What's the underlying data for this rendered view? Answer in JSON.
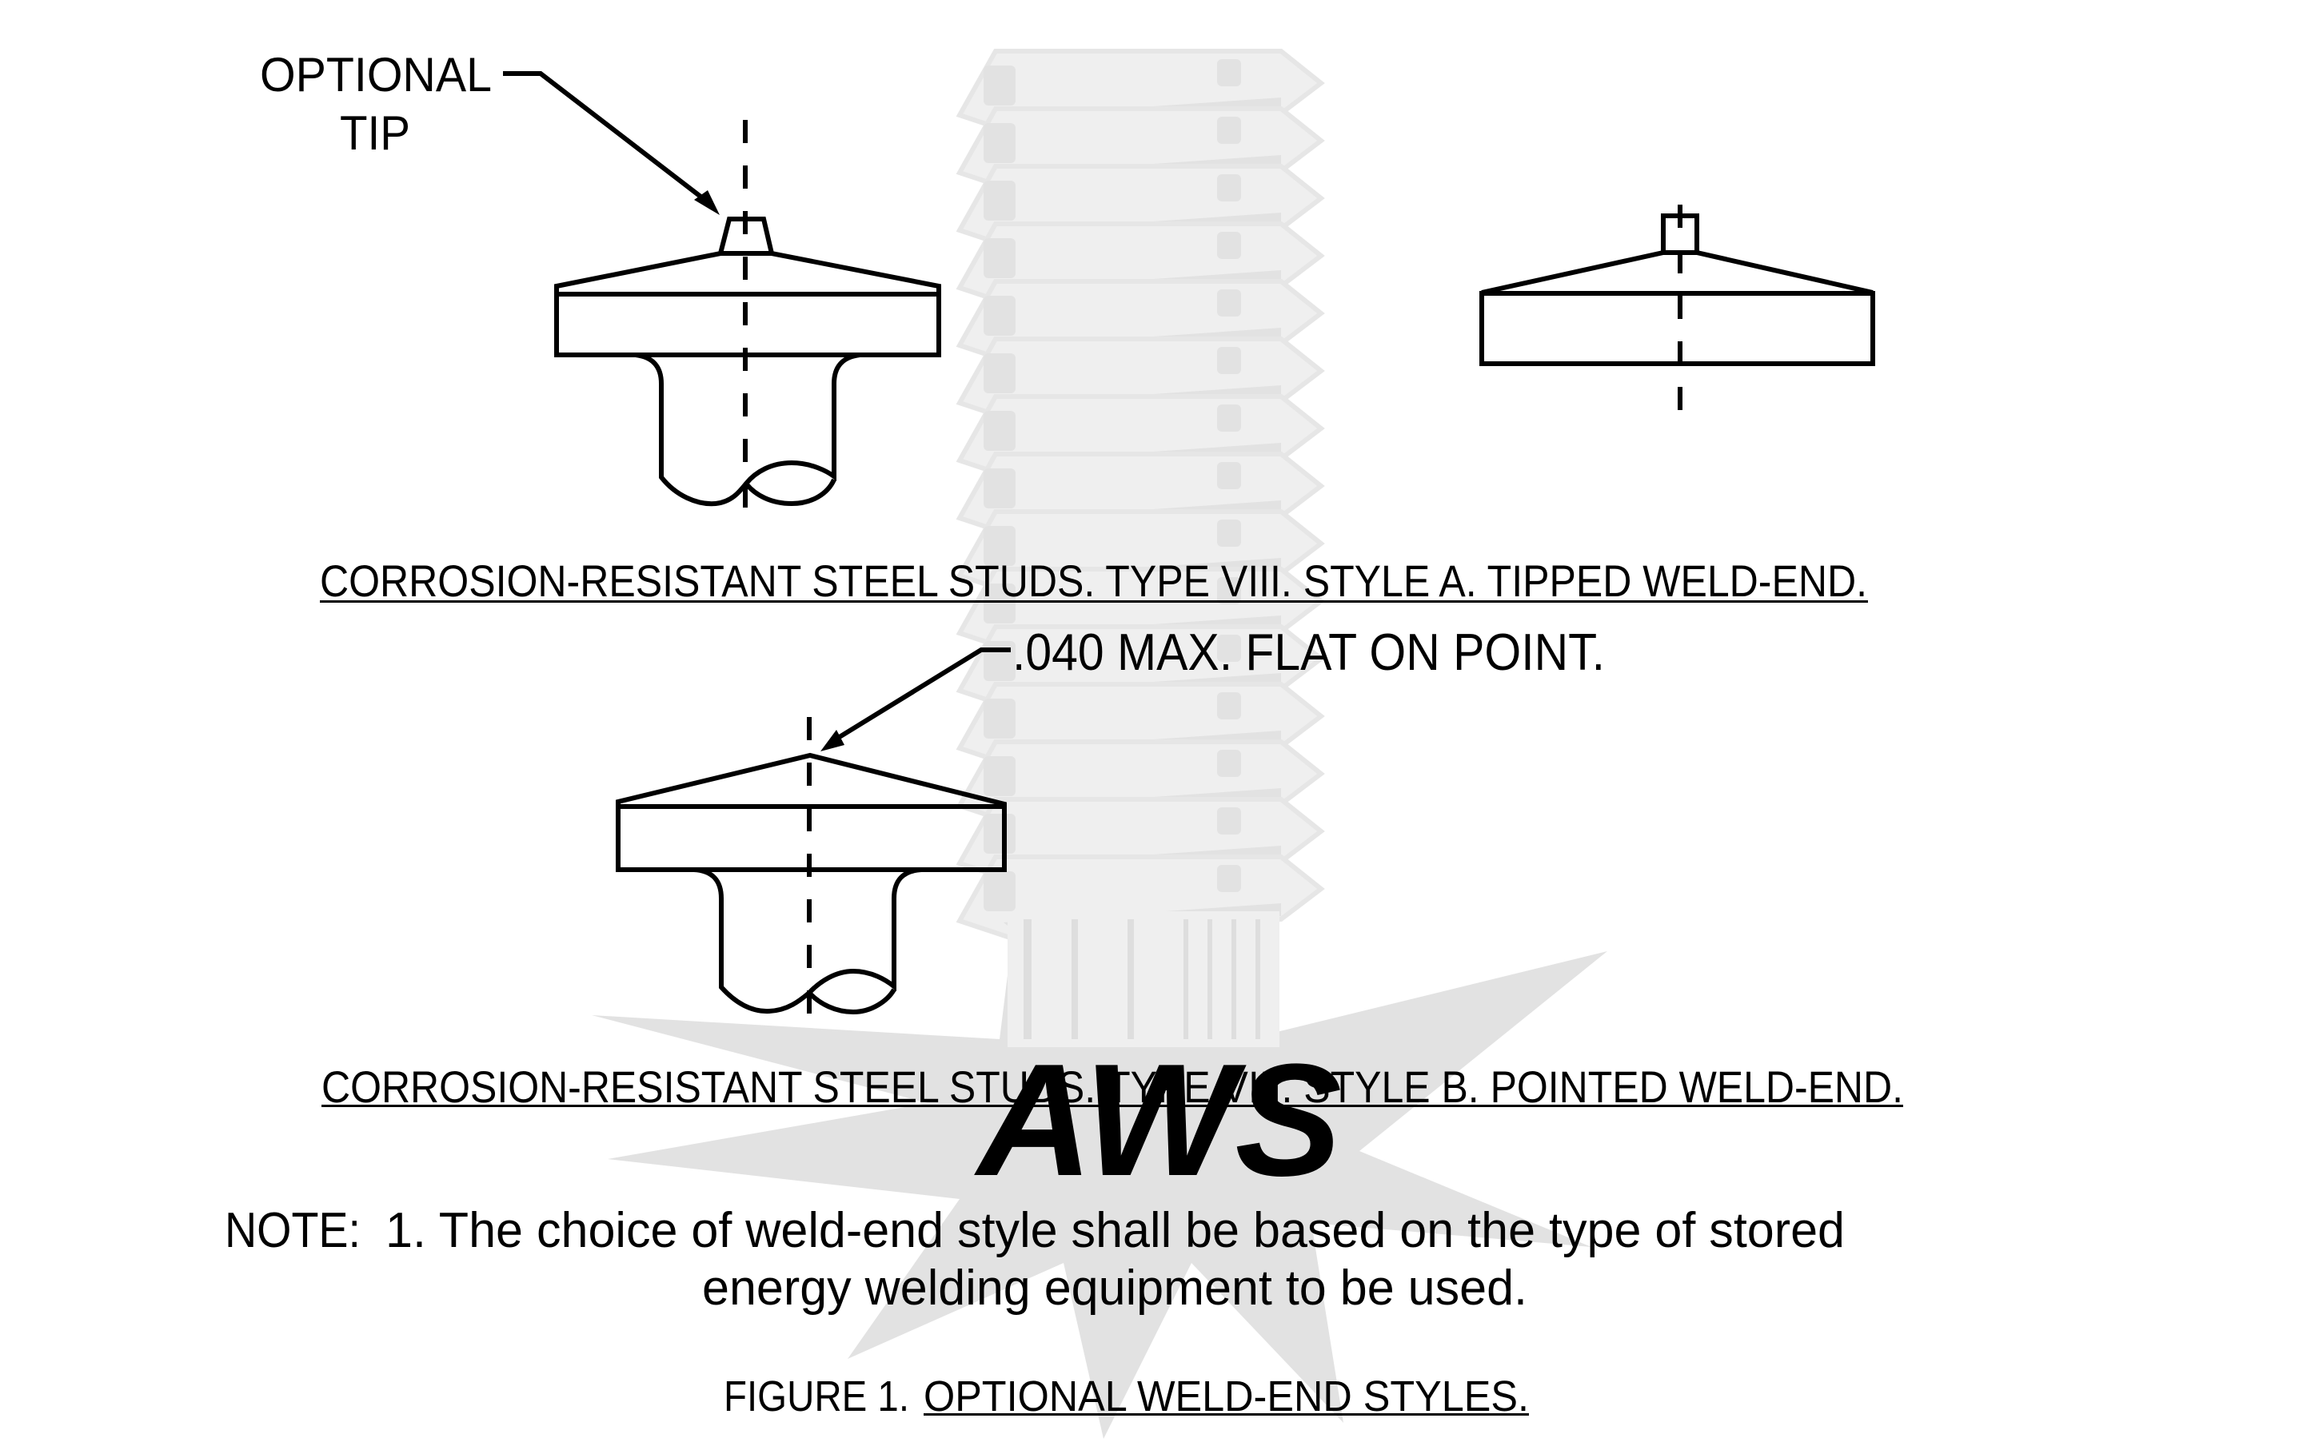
{
  "figure": {
    "number_label": "FIGURE 1.",
    "title": "OPTIONAL WELD-END STYLES."
  },
  "style_a": {
    "callout_line1": "OPTIONAL",
    "callout_line2": "TIP",
    "caption": "CORROSION-RESISTANT STEEL STUDS. TYPE VIII. STYLE A. TIPPED WELD-END."
  },
  "style_b": {
    "callout": ".040 MAX. FLAT ON POINT.",
    "caption": "CORROSION-RESISTANT STEEL STUDS. TYPE VIII. STYLE B. POINTED WELD-END."
  },
  "note": {
    "label": "NOTE:",
    "line1": "1. The choice of weld-end style shall be based on the type of stored",
    "line2": "energy welding equipment to be used."
  },
  "watermark": {
    "icon": "aws-stud-starburst-logo",
    "letters": "AWS",
    "color": "#e0e0e0"
  },
  "colors": {
    "ink": "#000000",
    "background": "#ffffff"
  }
}
